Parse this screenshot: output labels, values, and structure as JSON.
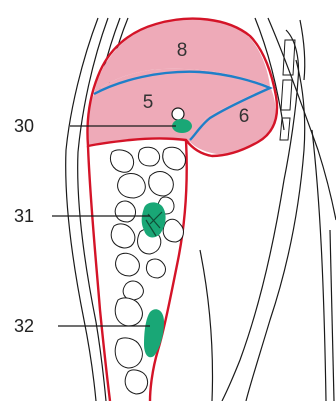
{
  "colors": {
    "segment_fill": "#eeaab8",
    "segment_border": "#d41428",
    "fissure_line": "#1f7fc8",
    "lymph_node": "#19a776",
    "outline": "#1a1a1a",
    "callout_line": "#1a1a1a"
  },
  "segment_labels": [
    {
      "id": "seg8",
      "text": "8"
    },
    {
      "id": "seg5",
      "text": "5"
    },
    {
      "id": "seg6",
      "text": "6"
    }
  ],
  "callouts": [
    {
      "id": "c30",
      "text": "30"
    },
    {
      "id": "c31",
      "text": "31"
    },
    {
      "id": "c32",
      "text": "32"
    }
  ]
}
